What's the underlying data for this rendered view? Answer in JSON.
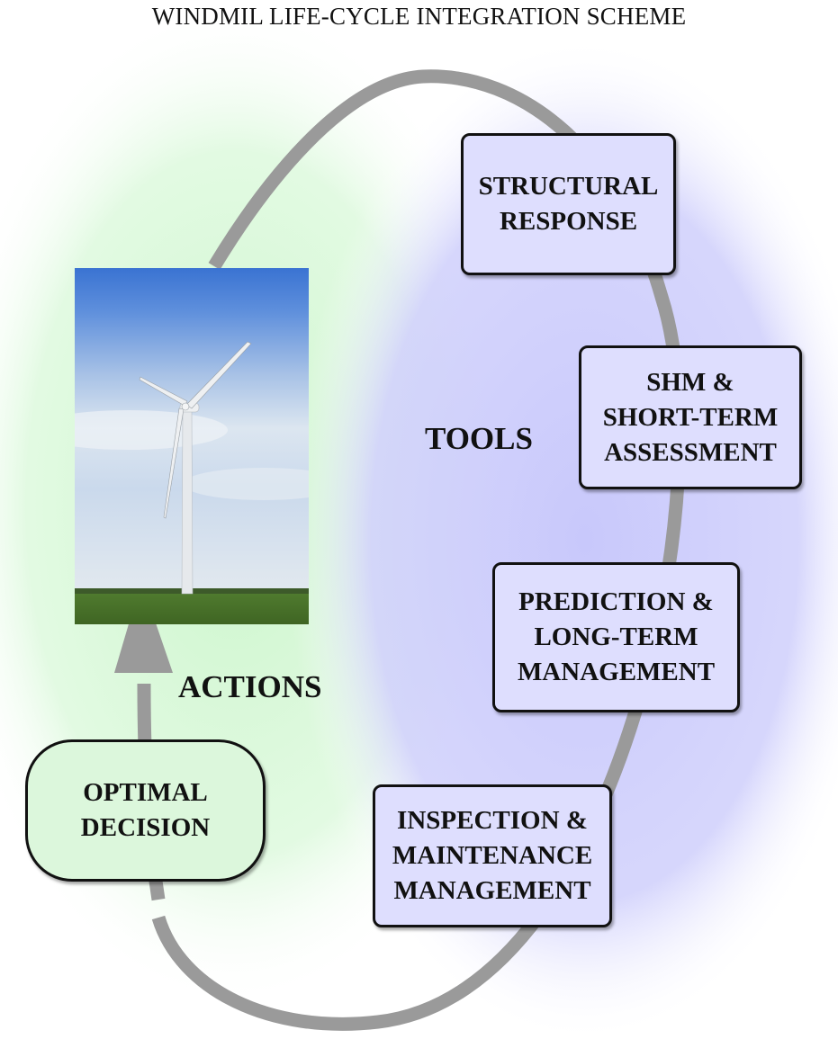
{
  "title": "WINDMIL LIFE-CYCLE INTEGRATION SCHEME",
  "labels": {
    "tools": "TOOLS",
    "actions": "ACTIONS"
  },
  "boxes": {
    "structural_response": "STRUCTURAL\nRESPONSE",
    "shm": "SHM  &\nSHORT-TERM\nASSESSMENT",
    "prediction": "PREDICTION  &\nLONG-TERM\nMANAGEMENT",
    "inspection": "INSPECTION  &\nMAINTENANCE\nMANAGEMENT",
    "optimal_decision": "OPTIMAL\nDECISION"
  },
  "colors": {
    "tool_box_fill": "#dedefe",
    "decision_box_fill": "#dcf7dc",
    "tools_glow": "#c8c8fb",
    "actions_glow": "#c8f5c8",
    "cycle_arrow": "#9a9a9a"
  },
  "photo": {
    "subject": "wind-turbine-photo"
  }
}
